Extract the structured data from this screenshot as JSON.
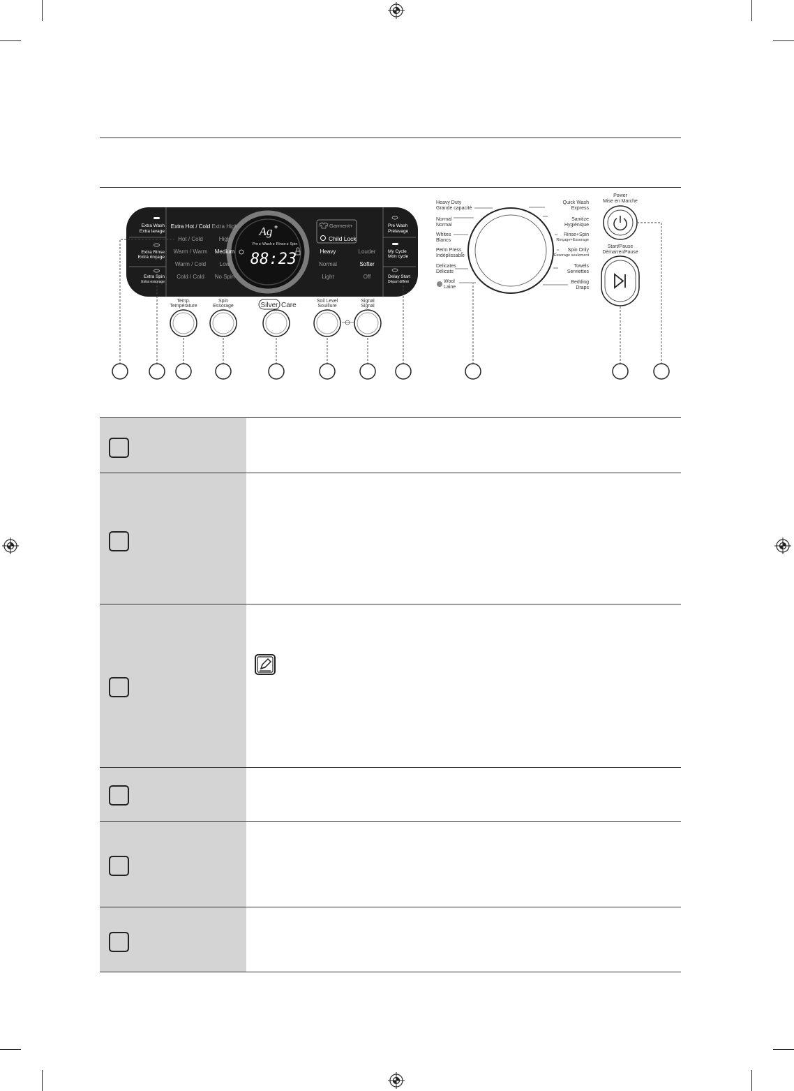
{
  "panel": {
    "left_options": [
      {
        "en": "Extra Wash",
        "fr": "Extra lavage"
      },
      {
        "en": "Extra Rinse",
        "fr": "Extra rinçage"
      },
      {
        "en": "Extra Spin",
        "fr": "Extra essorage"
      }
    ],
    "temp_levels": [
      "Extra Hot / Cold",
      "Hot / Cold",
      "Warm / Warm",
      "Warm / Cold",
      "Cold / Cold"
    ],
    "spin_levels": [
      "Extra High",
      "High",
      "Medium",
      "Low",
      "No Spin"
    ],
    "display": {
      "ag": "Ag",
      "ag_sup": "+",
      "stages": "Pre ▸ Wash ▸ Rinse ▸ Spin",
      "digits": "88:23"
    },
    "garment_label": "Garment+",
    "child_lock_label": "Child Lock",
    "soil_levels": [
      "Heavy",
      "Normal",
      "Light"
    ],
    "signal_levels": [
      "Louder",
      "Softer",
      "Off"
    ],
    "right_options": [
      {
        "en": "Pre Wash",
        "fr": "Prélavage"
      },
      {
        "en": "My Cycle",
        "fr": "Mon cycle"
      },
      {
        "en": "Delay Start",
        "fr": "Départ différé"
      }
    ],
    "knobs": [
      {
        "en": "Temp.",
        "fr": "Température"
      },
      {
        "en": "Spin",
        "fr": "Essorage"
      },
      {
        "en": "",
        "fr": ""
      },
      {
        "en": "Soil Level",
        "fr": "Souillure"
      },
      {
        "en": "Signal",
        "fr": "Signal"
      }
    ],
    "silvercare": {
      "silver": "Silver",
      "care": "Care"
    },
    "dial_left": [
      {
        "en": "Heavy Duty",
        "fr": "Grande capacité"
      },
      {
        "en": "Normal",
        "fr": "Normal"
      },
      {
        "en": "Whites",
        "fr": "Blancs"
      },
      {
        "en": "Perm Press",
        "fr": "Indéplissable"
      },
      {
        "en": "Delicates",
        "fr": "Délicats"
      },
      {
        "en": "Wool",
        "fr": "Laine"
      }
    ],
    "dial_right": [
      {
        "en": "Quick Wash",
        "fr": "Express"
      },
      {
        "en": "Sanitize",
        "fr": "Hygiénique"
      },
      {
        "en": "Rinse+Spin",
        "fr": "Rinçage+Essorage"
      },
      {
        "en": "Spin Only",
        "fr": "Essorage seulement"
      },
      {
        "en": "Towels",
        "fr": "Serviettes"
      },
      {
        "en": "Bedding",
        "fr": "Draps"
      }
    ],
    "power": {
      "en": "Power",
      "fr": "Mise en Marche"
    },
    "start": {
      "en": "Start/Pause",
      "fr": "Démarrer/Pause"
    }
  }
}
